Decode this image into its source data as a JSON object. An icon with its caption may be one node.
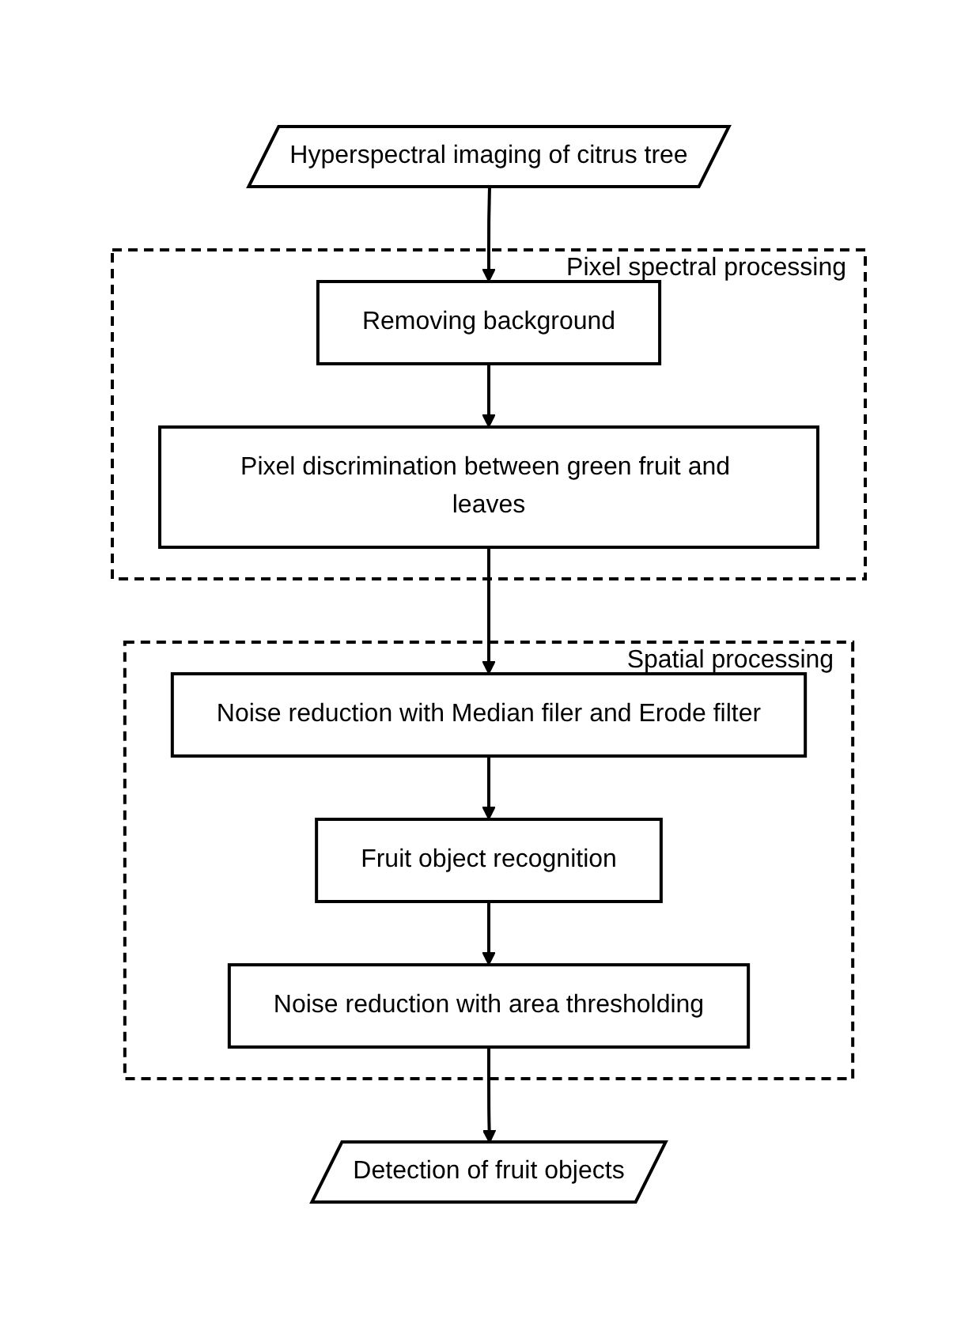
{
  "diagram": {
    "nodes": [
      {
        "text": [
          "Hyperspectral imaging of citrus tree"
        ]
      },
      {
        "text": [
          "Pixel spectral processing"
        ]
      },
      {
        "text": [
          "Removing background"
        ],
        "in": 1
      },
      {
        "text": [
          "Pixel discrimination between green fruit and leaves"
        ],
        "in": 1
      },
      {
        "text": [
          "Spatial processing"
        ]
      },
      {
        "text": [
          "Noise reduction with Median filer and Erode filter"
        ],
        "in": 4
      },
      {
        "text": [
          "Fruit object recognition"
        ],
        "in": 4
      },
      {
        "text": [
          "Noise reduction with area thresholding"
        ],
        "in": 4
      },
      {
        "text": [
          "Detection of fruit objects"
        ]
      }
    ],
    "edges": [
      {
        "from": 0,
        "to": 2,
        "arrow": "to"
      },
      {
        "from": 2,
        "to": 3,
        "arrow": "to"
      },
      {
        "from": 3,
        "to": 5,
        "arrow": "to"
      },
      {
        "from": 5,
        "to": 6,
        "arrow": "to"
      },
      {
        "from": 6,
        "to": 7,
        "arrow": "to"
      },
      {
        "from": 7,
        "to": 8,
        "arrow": "to"
      }
    ]
  }
}
